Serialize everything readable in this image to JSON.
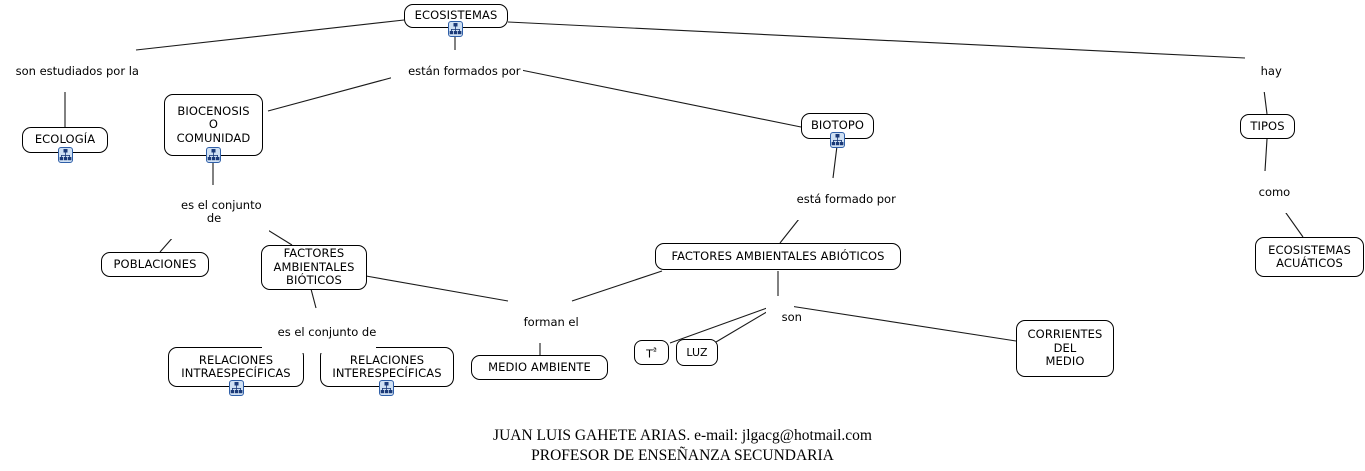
{
  "title": "ECOSISTEMAS concept map",
  "colors": {
    "node_border": "#000000",
    "node_fill": "#ffffff",
    "edge": "#000000",
    "badge_border": "#2f5fa8",
    "badge_fill": "#cfe0f3",
    "badge_glyph": "#1b3a78",
    "text": "#000000"
  },
  "nodes": {
    "ecosistemas": {
      "label": "ECOSISTEMAS",
      "has_children_badge": true
    },
    "ecologia": {
      "label": "ECOLOGÍA",
      "has_children_badge": true
    },
    "biocenosis": {
      "label": "BIOCENOSIS\nO\nCOMUNIDAD",
      "has_children_badge": true
    },
    "biotopo": {
      "label": "BIOTOPO",
      "has_children_badge": true
    },
    "tipos": {
      "label": "TIPOS",
      "has_children_badge": false
    },
    "poblaciones": {
      "label": "POBLACIONES",
      "has_children_badge": false
    },
    "factores_bioticos": {
      "label": "FACTORES\nAMBIENTALES\nBIÓTICOS",
      "has_children_badge": false
    },
    "factores_abioticos": {
      "label": "FACTORES AMBIENTALES ABIÓTICOS",
      "has_children_badge": false
    },
    "ecosistemas_acuaticos": {
      "label": "ECOSISTEMAS\nACUÁTICOS",
      "has_children_badge": false
    },
    "relaciones_intra": {
      "label": "RELACIONES\nINTRAESPECÍFICAS",
      "has_children_badge": true
    },
    "relaciones_inter": {
      "label": "RELACIONES\nINTERESPECÍFICAS",
      "has_children_badge": true
    },
    "medio_ambiente": {
      "label": "MEDIO AMBIENTE",
      "has_children_badge": false
    },
    "temperatura": {
      "label": "Tª",
      "label_base": "T",
      "label_sup": "ª",
      "has_children_badge": false
    },
    "luz": {
      "label": "LUZ",
      "has_children_badge": false
    },
    "corrientes": {
      "label": "CORRIENTES\nDEL\nMEDIO",
      "has_children_badge": false
    }
  },
  "link_labels": {
    "son_estudiados": "son estudiados por la",
    "estan_formados": "están formados por",
    "hay": "hay",
    "es_el_conjunto_de_1": "es el conjunto\nde",
    "esta_formado_por": "está formado por",
    "como": "como",
    "es_el_conjunto_de_2": "es el conjunto de",
    "forman_el": "forman el",
    "son": "son"
  },
  "propositions": [
    {
      "from": "ECOSISTEMAS",
      "link": "son estudiados por la",
      "to": "ECOLOGÍA"
    },
    {
      "from": "ECOSISTEMAS",
      "link": "están formados por",
      "to": "BIOCENOSIS O COMUNIDAD"
    },
    {
      "from": "ECOSISTEMAS",
      "link": "están formados por",
      "to": "BIOTOPO"
    },
    {
      "from": "ECOSISTEMAS",
      "link": "hay",
      "to": "TIPOS"
    },
    {
      "from": "BIOCENOSIS O COMUNIDAD",
      "link": "es el conjunto de",
      "to": "POBLACIONES"
    },
    {
      "from": "BIOCENOSIS O COMUNIDAD",
      "link": "es el conjunto de",
      "to": "FACTORES AMBIENTALES BIÓTICOS"
    },
    {
      "from": "BIOTOPO",
      "link": "está formado por",
      "to": "FACTORES AMBIENTALES ABIÓTICOS"
    },
    {
      "from": "TIPOS",
      "link": "como",
      "to": "ECOSISTEMAS ACUÁTICOS"
    },
    {
      "from": "FACTORES AMBIENTALES BIÓTICOS",
      "link": "es el conjunto de",
      "to": "RELACIONES INTRAESPECÍFICAS"
    },
    {
      "from": "FACTORES AMBIENTALES BIÓTICOS",
      "link": "es el conjunto de",
      "to": "RELACIONES INTERESPECÍFICAS"
    },
    {
      "from": "FACTORES AMBIENTALES BIÓTICOS",
      "link": "forman el",
      "to": "MEDIO AMBIENTE"
    },
    {
      "from": "FACTORES AMBIENTALES ABIÓTICOS",
      "link": "forman el",
      "to": "MEDIO AMBIENTE"
    },
    {
      "from": "FACTORES AMBIENTALES ABIÓTICOS",
      "link": "son",
      "to": "Tª"
    },
    {
      "from": "FACTORES AMBIENTALES ABIÓTICOS",
      "link": "son",
      "to": "LUZ"
    },
    {
      "from": "FACTORES AMBIENTALES ABIÓTICOS",
      "link": "son",
      "to": "CORRIENTES DEL MEDIO"
    }
  ],
  "footer": {
    "line1": "JUAN LUIS GAHETE ARIAS. e-mail: jlgacg@hotmail.com",
    "line2": "PROFESOR DE ENSEÑANZA SECUNDARIA"
  }
}
